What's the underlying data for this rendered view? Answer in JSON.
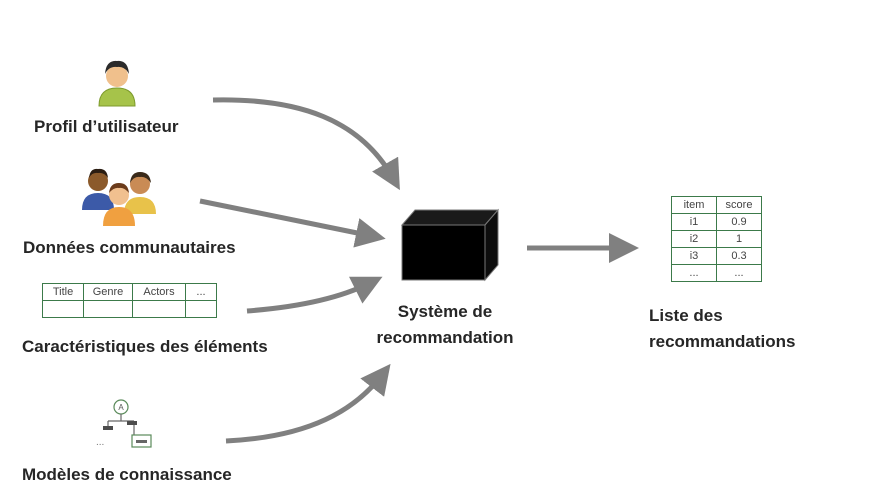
{
  "inputs": [
    {
      "label": "Profil d’utilisateur",
      "icon": "user-icon"
    },
    {
      "label": "Données communautaires",
      "icon": "community-icon"
    },
    {
      "label": "Caractéristiques des éléments",
      "icon": "features-table-icon"
    },
    {
      "label": "Modèles de connaissance",
      "icon": "knowledge-model-icon"
    }
  ],
  "features_table": {
    "headers": [
      "Title",
      "Genre",
      "Actors",
      "..."
    ]
  },
  "system": {
    "line1": "Système de",
    "line2": "recommandation",
    "icon": "black-box-icon"
  },
  "output": {
    "line1": "Liste des",
    "line2": "recommandations",
    "table": {
      "headers": [
        "item",
        "score"
      ],
      "rows": [
        [
          "i1",
          "0.9"
        ],
        [
          "i2",
          "1"
        ],
        [
          "i3",
          "0.3"
        ],
        [
          "...",
          "..."
        ]
      ]
    }
  },
  "colors": {
    "arrow": "#808080",
    "table_border": "#3c7a4a",
    "box": "#000000"
  }
}
